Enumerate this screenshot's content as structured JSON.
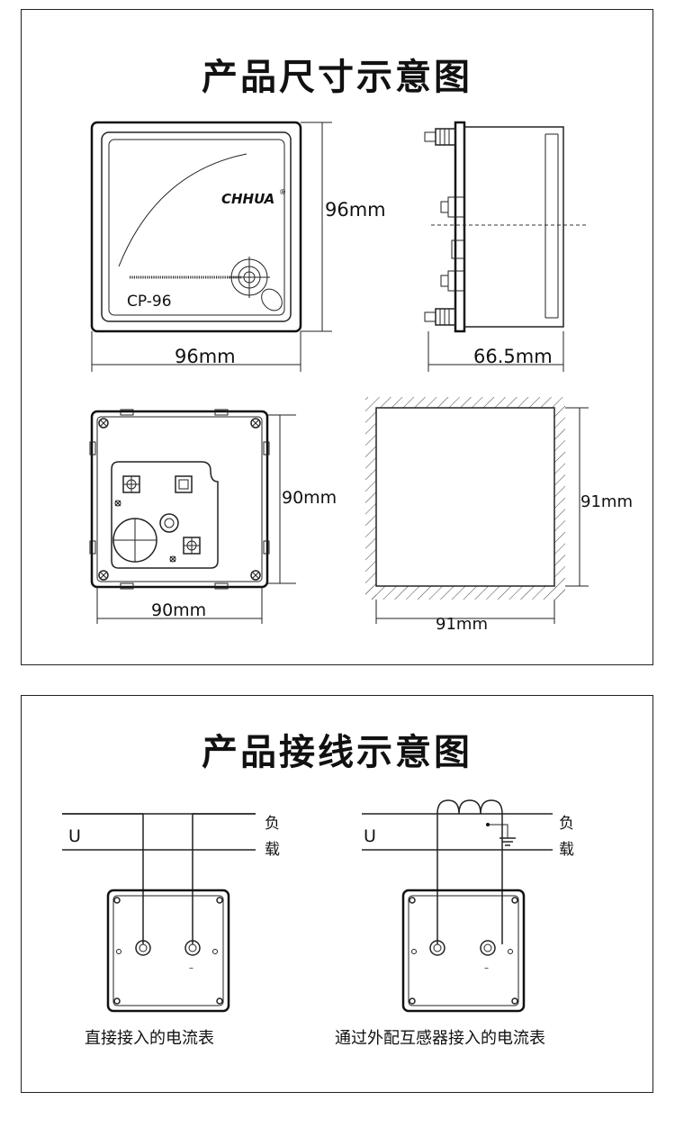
{
  "dimension_section": {
    "title": "产品尺寸示意图",
    "front_view": {
      "brand": "CHHUA",
      "registered_mark": "®",
      "model": "CP-96",
      "height_label": "96mm",
      "width_label": "96mm"
    },
    "side_view": {
      "depth_label": "66.5mm"
    },
    "rear_view": {
      "height_label": "90mm",
      "width_label": "90mm"
    },
    "panel_cutout": {
      "height_label": "91mm",
      "width_label": "91mm"
    }
  },
  "wiring_section": {
    "title": "产品接线示意图",
    "direct": {
      "voltage_label": "U",
      "load_label_1": "负",
      "load_label_2": "载",
      "minus_sign": "–",
      "caption": "直接接入的电流表"
    },
    "via_ct": {
      "voltage_label": "U",
      "load_label_1": "负",
      "load_label_2": "载",
      "minus_sign": "–",
      "caption": "通过外配互感器接入的电流表"
    }
  }
}
